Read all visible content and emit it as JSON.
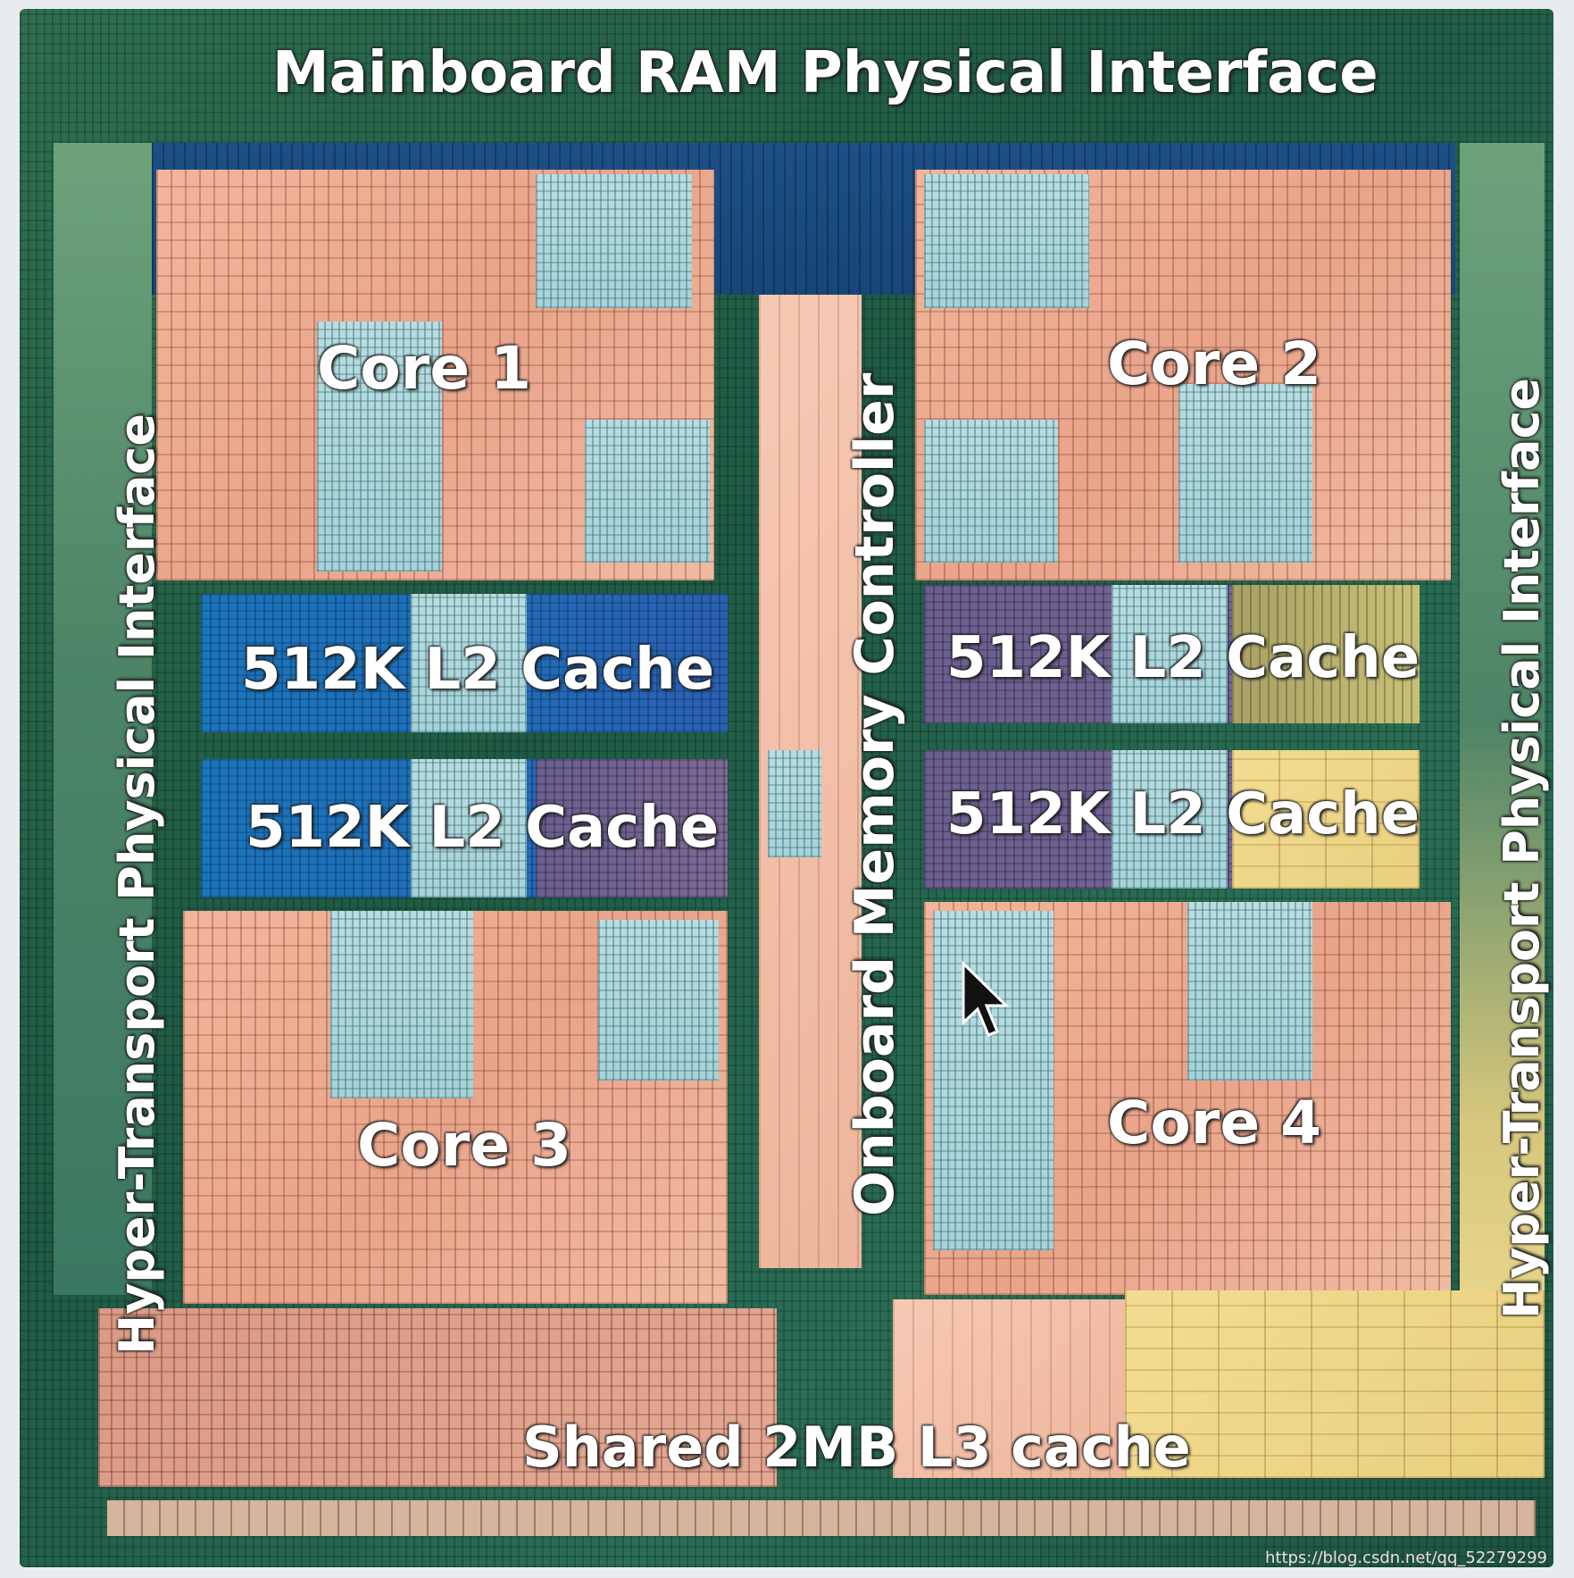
{
  "labels": {
    "top_interface": "Mainboard RAM Physical Interface",
    "core1": "Core 1",
    "core2": "Core 2",
    "core3": "Core 3",
    "core4": "Core 4",
    "l2_cache_1": "512K L2 Cache",
    "l2_cache_2": "512K L2 Cache",
    "l2_cache_3": "512K L2 Cache",
    "l2_cache_4": "512K L2 Cache",
    "memory_controller": "Onboard Memory Controller",
    "left_interface": "Hyper-Transport Physical Interface",
    "right_interface": "Hyper-Transport Physical Interface",
    "l3_cache": "Shared 2MB L3 cache"
  },
  "watermark": "https://blog.csdn.net/qq_52279299",
  "icons": {
    "cursor": "mouse-pointer-icon"
  },
  "colors": {
    "board_green": "#2a6d55",
    "core_tan": "#f2b69c",
    "l2_blue": "#1f6fb7",
    "l2_purple": "#6b5f8e",
    "l3_yellow": "#f3dc91",
    "label_white": "#ffffff"
  }
}
